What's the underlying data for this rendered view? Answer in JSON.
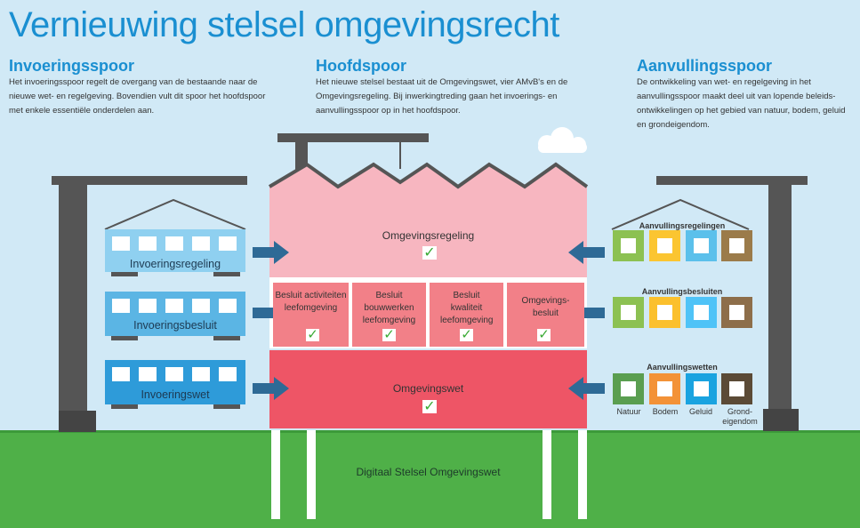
{
  "title": "Vernieuwing stelsel omgevingsrecht",
  "columns": [
    {
      "heading": "Invoeringsspoor",
      "text": "Het invoeringsspoor regelt de overgang van de bestaande naar de nieuwe wet- en regelgeving. Bovendien vult dit spoor het hoofdspoor met enkele essentiële onderdelen aan."
    },
    {
      "heading": "Hoofdspoor",
      "text": "Het nieuwe stelsel bestaat uit de Omgevingswet, vier AMvB's en de Omgevingsregeling. Bij inwerkingtreding gaan het invoerings- en aanvullingsspoor op in het hoofdspoor."
    },
    {
      "heading": "Aanvullingsspoor",
      "text": "De ontwikkeling van wet- en regelgeving in het aanvullingsspoor maakt deel uit van lopende beleids-ontwikkelingen op het gebied van natuur, bodem, geluid en grondeigendom."
    }
  ],
  "wagons": [
    "Invoeringsregeling",
    "Invoeringsbesluit",
    "Invoeringswet"
  ],
  "building": {
    "regeling": "Omgevingsregeling",
    "besluiten": [
      "Besluit activiteiten leefomgeving",
      "Besluit bouwwerken leefomgeving",
      "Besluit kwaliteit leefomgeving",
      "Omgevings-besluit"
    ],
    "wet": "Omgevingswet",
    "foundation": "Digitaal Stelsel Omgevingswet"
  },
  "aanvulling": {
    "rows": [
      "Aanvullingsregelingen",
      "Aanvullingsbesluiten",
      "Aanvullingswetten"
    ],
    "themes": [
      "Natuur",
      "Bodem",
      "Geluid",
      "Grond-eigendom"
    ]
  },
  "colors": {
    "row1": [
      "#8cc152",
      "#fbc531",
      "#5bc0eb",
      "#9b7b4a"
    ],
    "row2": [
      "#8cc152",
      "#fbc02d",
      "#4fc3f7",
      "#8d6e4a"
    ],
    "row3": [
      "#5a9e50",
      "#f39237",
      "#1aa3e0",
      "#5b4a36"
    ]
  }
}
